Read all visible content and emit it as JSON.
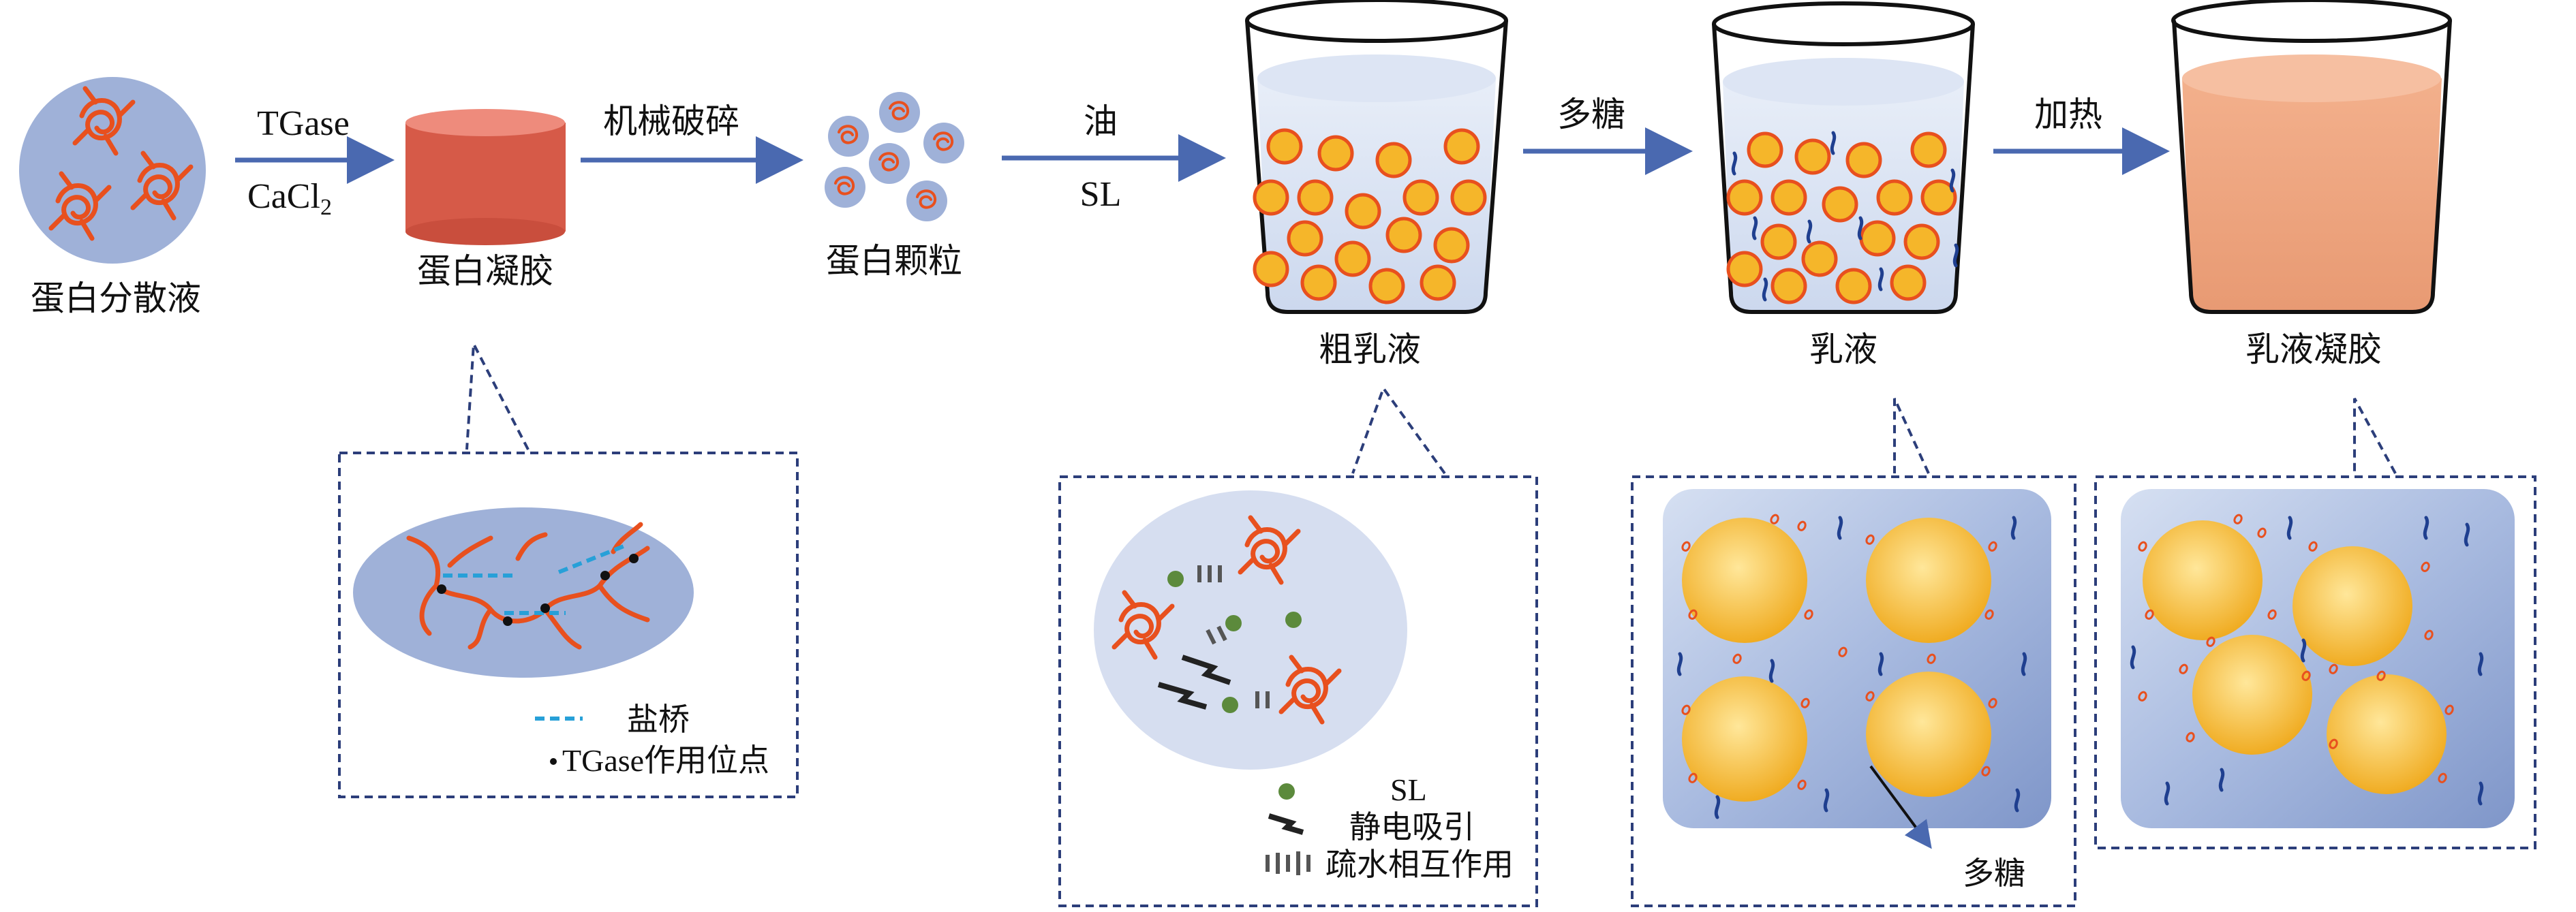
{
  "stages": {
    "dispersion": "蛋白分散液",
    "gel": "蛋白凝胶",
    "particles": "蛋白颗粒",
    "coarse_emulsion": "粗乳液",
    "emulsion": "乳液",
    "emulsion_gel": "乳液凝胶"
  },
  "arrows": {
    "a1_top": "TGase",
    "a1_bottom": "CaCl",
    "a1_bottom_sub": "2",
    "a2_top": "机械破碎",
    "a3_top": "油",
    "a3_bottom": "SL",
    "a4_top": "多糖",
    "a5_top": "加热"
  },
  "legends": {
    "gel_salt_bridge": "盐桥",
    "gel_site": "TGase作用位点",
    "coarse_sl": "SL",
    "coarse_electrostatic": "静电吸引",
    "coarse_hydrophobic": "疏水相互作用",
    "emulsion_polysaccharide": "多糖"
  },
  "colors": {
    "protein_chain": "#e8501e",
    "droplet_fill": "#f5b62a",
    "blob_fill": "#9fb1d8",
    "arrow": "#4a69b0",
    "polysaccharide": "#1f3f8f",
    "sl_dot": "#5c8a3c",
    "gel_block": "#d65a48",
    "emulsion_gel_fill": "#eda77e",
    "dashed_box": "#2c3e7a"
  }
}
